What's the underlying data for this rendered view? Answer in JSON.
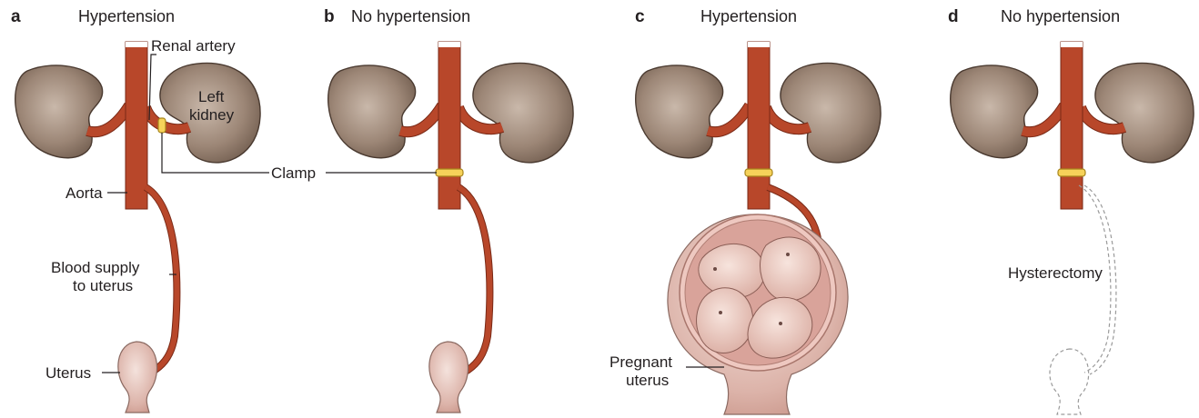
{
  "panels": [
    {
      "letter": "a",
      "title": "Hypertension"
    },
    {
      "letter": "b",
      "title": "No hypertension"
    },
    {
      "letter": "c",
      "title": "Hypertension"
    },
    {
      "letter": "d",
      "title": "No hypertension"
    }
  ],
  "labels": {
    "renal_artery": "Renal artery",
    "left_kidney_line1": "Left",
    "left_kidney_line2": "kidney",
    "clamp": "Clamp",
    "aorta": "Aorta",
    "blood_supply_line1": "Blood supply",
    "blood_supply_line2": "to uterus",
    "uterus": "Uterus",
    "pregnant_line1": "Pregnant",
    "pregnant_line2": "uterus",
    "hysterectomy": "Hysterectomy"
  },
  "colors": {
    "artery": "#b8472a",
    "kidney": "#8a7465",
    "clamp": "#f6d25a",
    "uterus": "#e3b8b0",
    "ghost": "#9a9a9a"
  }
}
